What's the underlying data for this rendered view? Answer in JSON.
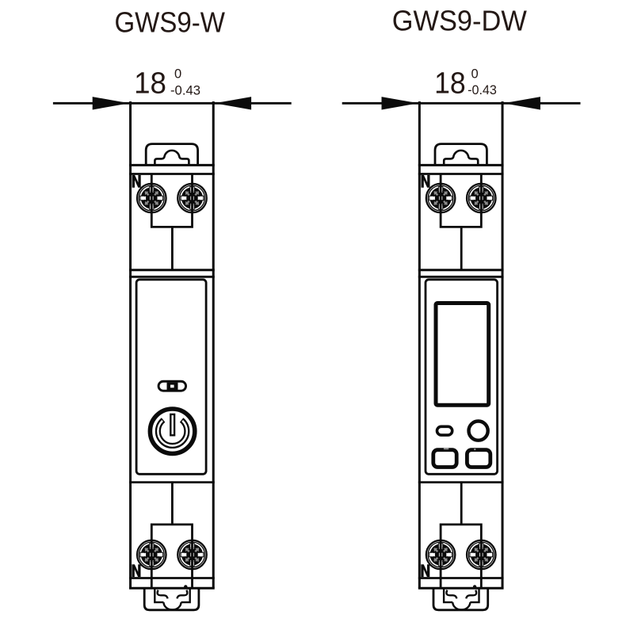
{
  "figure": {
    "type": "technical-line-drawing",
    "description": "Front-view dimensional drawings of two 18 mm DIN-rail devices",
    "background": "#ffffff",
    "line_color": "#0b0b0b",
    "text_color": "#231815",
    "screw_detail_gray": "#8a8a8a"
  },
  "devices": [
    {
      "id": "gws9-w",
      "title": "GWS9-W",
      "dimension": {
        "value": "18",
        "tolerance_upper": "0",
        "tolerance_lower": "-0.43"
      },
      "terminal_labels": {
        "top": "N",
        "bottom": "N"
      },
      "front_features": [
        "status-indicator",
        "power-button"
      ]
    },
    {
      "id": "gws9-dw",
      "title": "GWS9-DW",
      "dimension": {
        "value": "18",
        "tolerance_upper": "0",
        "tolerance_lower": "-0.43"
      },
      "terminal_labels": {
        "top": "N",
        "bottom": "N"
      },
      "front_features": [
        "lcd-display",
        "indicator-led",
        "round-button",
        "left-button",
        "right-button"
      ]
    }
  ]
}
